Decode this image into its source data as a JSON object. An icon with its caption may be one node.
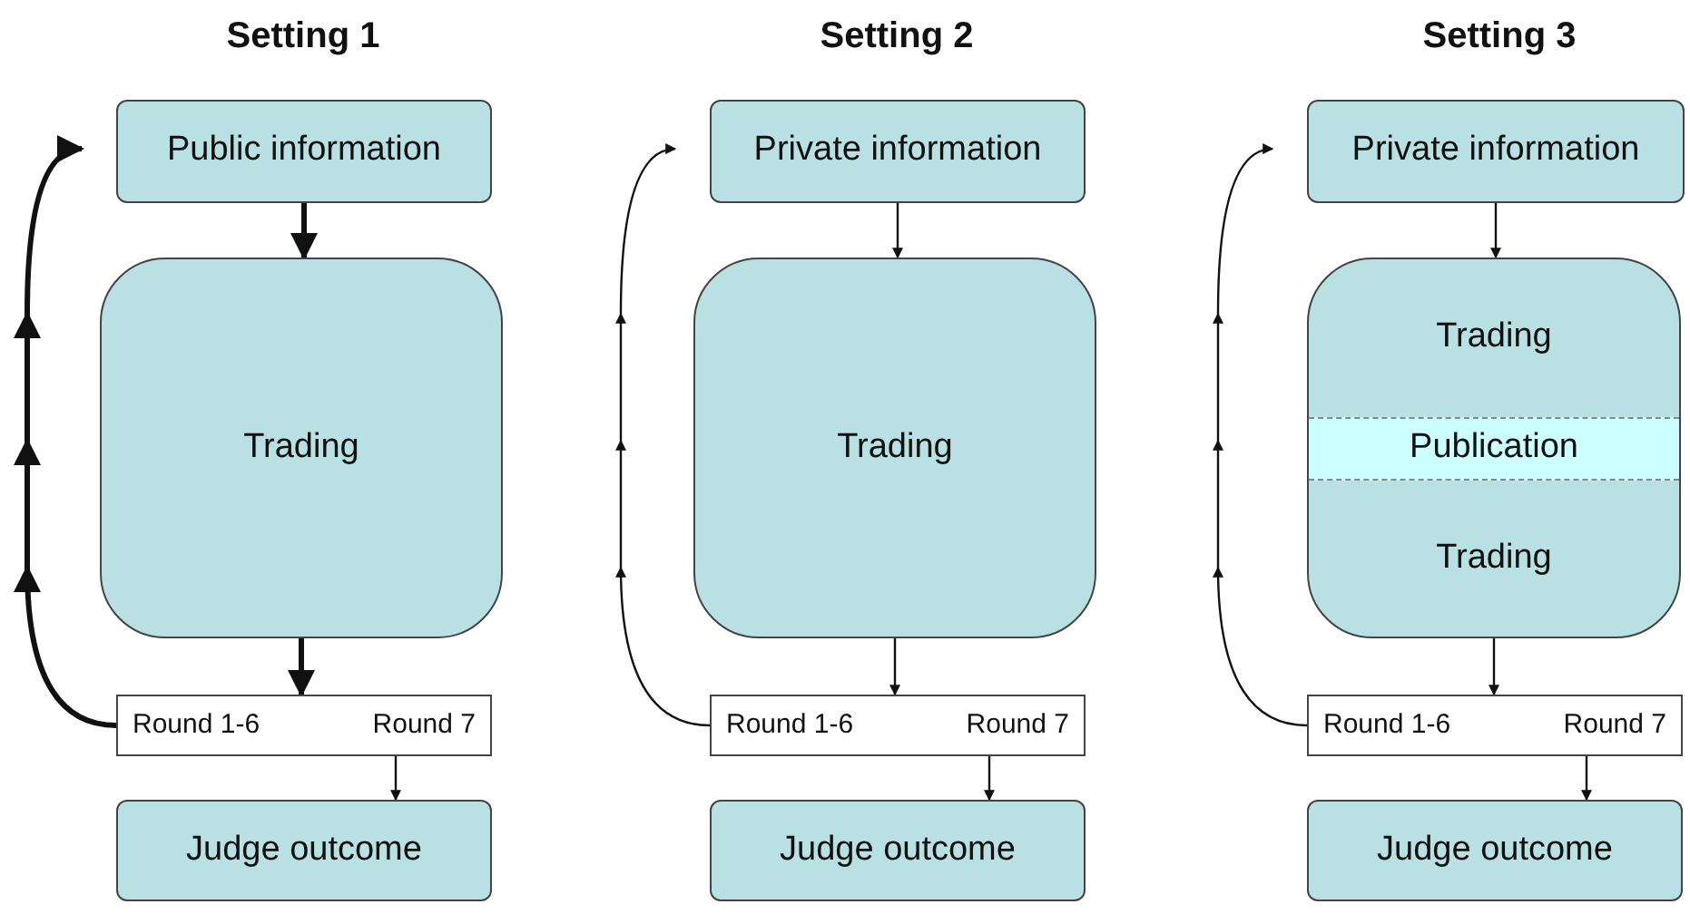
{
  "diagram": {
    "nodes": [
      {
        "text": [
          "Public information"
        ]
      },
      {
        "text": [
          "Trading"
        ]
      },
      {
        "text": [
          "Round 1-6",
          "Round 7"
        ]
      },
      {
        "text": [
          "Judge outcome"
        ]
      },
      {
        "text": [
          "Private information"
        ]
      },
      {
        "text": [
          "Trading"
        ]
      },
      {
        "text": [
          "Round 1-6",
          "Round 7"
        ]
      },
      {
        "text": [
          "Judge outcome"
        ]
      },
      {
        "text": [
          "Private information"
        ]
      },
      {
        "text": [
          "Trading",
          "Trading"
        ]
      },
      {
        "text": [
          "Publication"
        ],
        "in": 9
      },
      {
        "text": [
          "Round 1-6",
          "Round 7"
        ]
      },
      {
        "text": [
          "Judge outcome"
        ]
      }
    ],
    "edges": [
      {
        "from": 0,
        "to": 1,
        "arrow": "to",
        "style": "thick"
      },
      {
        "from": 1,
        "to": 2,
        "arrow": "to",
        "style": "thick"
      },
      {
        "from": 2,
        "to": 3,
        "arrow": "to"
      },
      {
        "from": 2,
        "to": 0,
        "arrow": "to",
        "style": "thick"
      },
      {
        "from": 4,
        "to": 5,
        "arrow": "to"
      },
      {
        "from": 5,
        "to": 6,
        "arrow": "to"
      },
      {
        "from": 6,
        "to": 7,
        "arrow": "to"
      },
      {
        "from": 6,
        "to": 4,
        "arrow": "to"
      },
      {
        "from": 8,
        "to": 9,
        "arrow": "to"
      },
      {
        "from": 9,
        "to": 11,
        "arrow": "to"
      },
      {
        "from": 11,
        "to": 12,
        "arrow": "to"
      },
      {
        "from": 11,
        "to": 8,
        "arrow": "to"
      }
    ],
    "labels": [
      "Setting 1",
      "Setting 2",
      "Setting 3"
    ]
  }
}
